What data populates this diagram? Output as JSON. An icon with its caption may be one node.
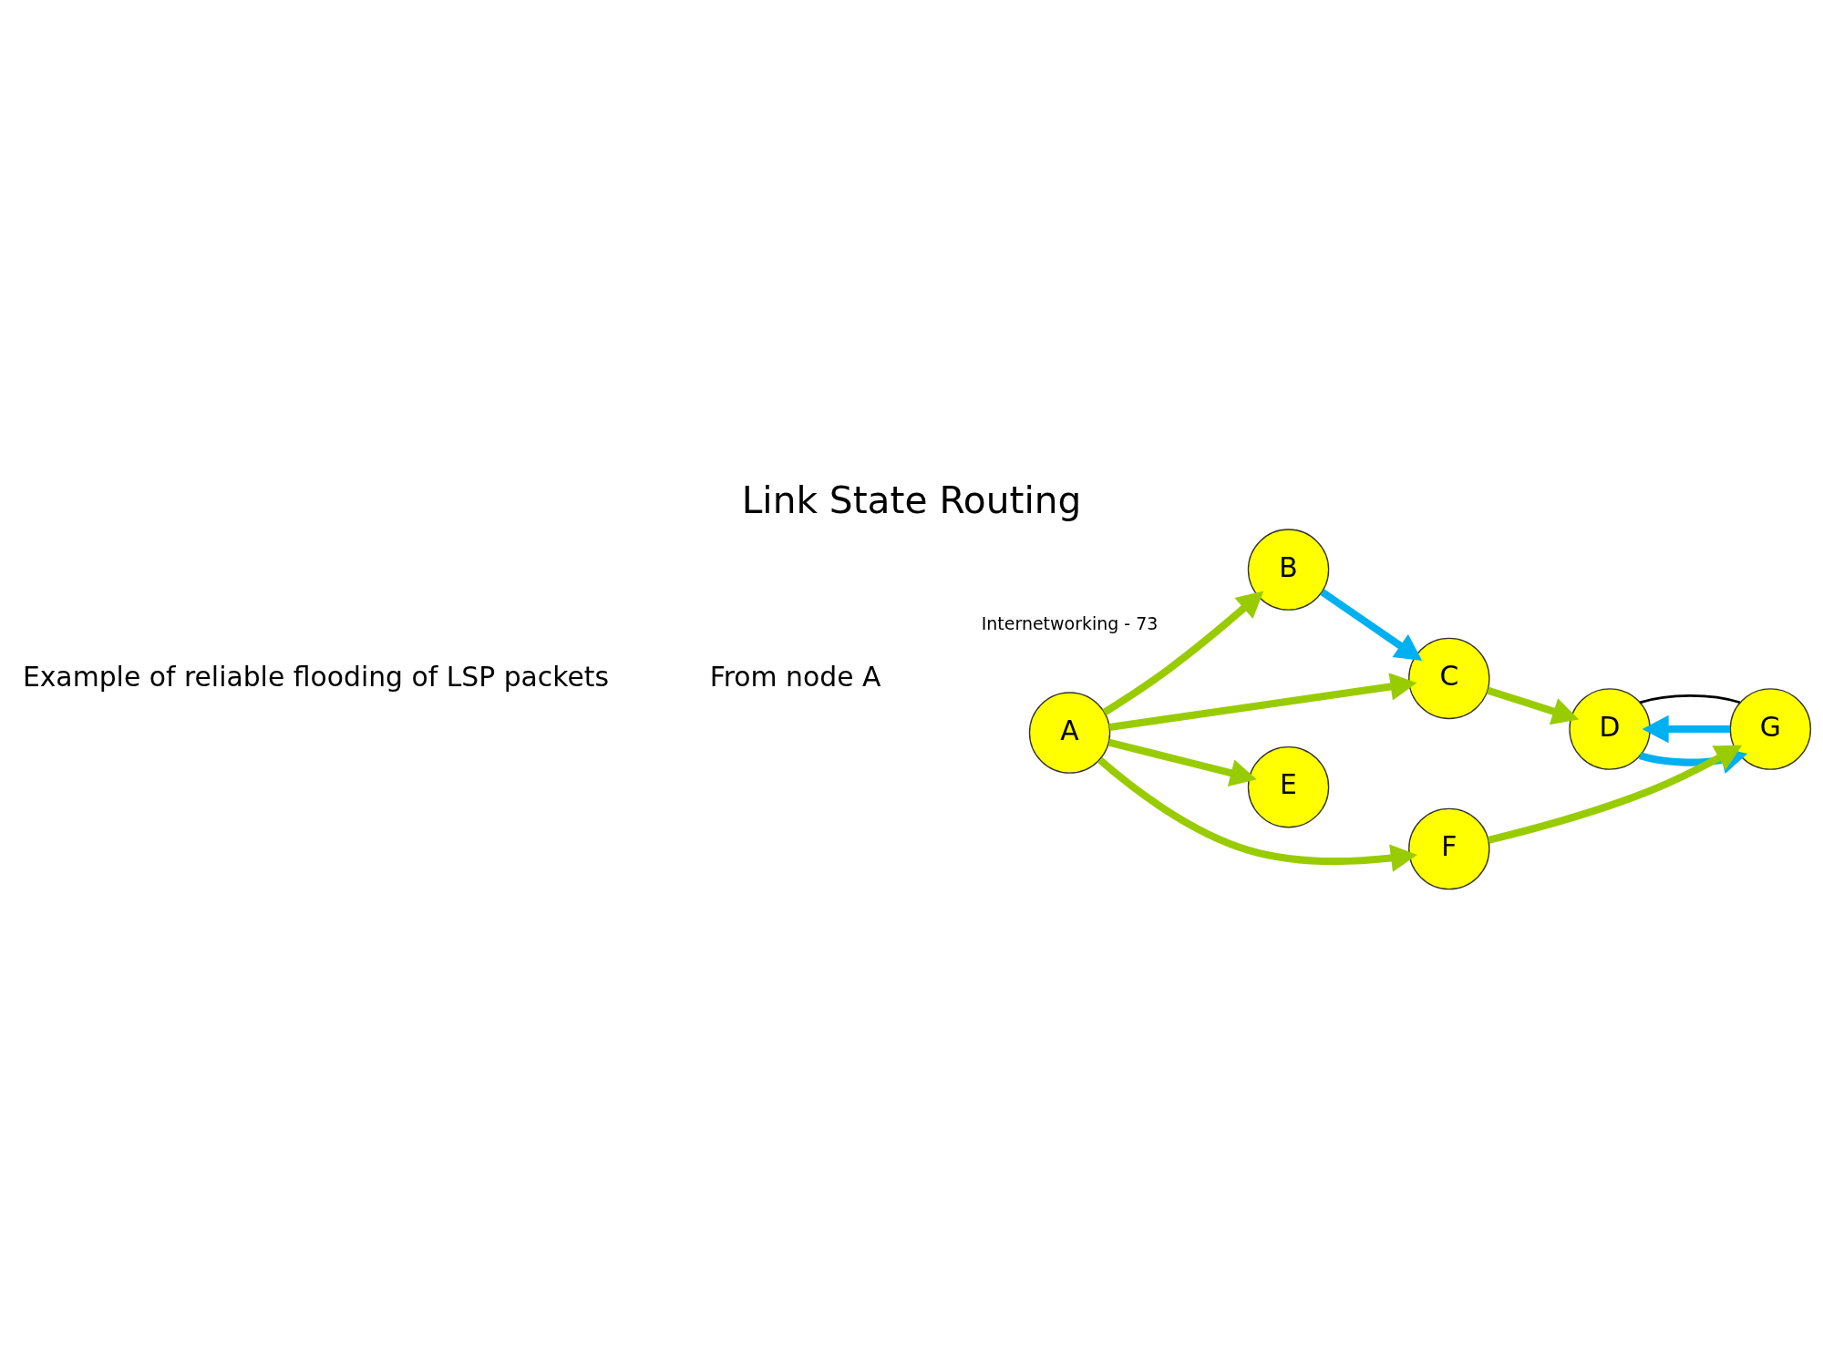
{
  "diagram": {
    "title": "Link State Routing",
    "nodes": [
      {
        "text": [
          "A"
        ]
      },
      {
        "text": [
          "B"
        ]
      },
      {
        "text": [
          "C"
        ]
      },
      {
        "text": [
          "D"
        ]
      },
      {
        "text": [
          "E"
        ]
      },
      {
        "text": [
          "F"
        ]
      },
      {
        "text": [
          "G"
        ]
      }
    ],
    "edges": [
      {
        "from": 0,
        "to": 1,
        "arrow": "to"
      },
      {
        "from": 0,
        "to": 2,
        "arrow": "to"
      },
      {
        "from": 0,
        "to": 4,
        "arrow": "to"
      },
      {
        "from": 0,
        "to": 5,
        "arrow": "to"
      },
      {
        "from": 1,
        "to": 2,
        "arrow": "to",
        "color": "#00b0f0"
      },
      {
        "from": 2,
        "to": 3,
        "arrow": "to"
      },
      {
        "from": 5,
        "to": 6,
        "arrow": "to"
      },
      {
        "from": 6,
        "to": 3,
        "arrow": "to",
        "color": "#00b0f0"
      },
      {
        "from": 3,
        "to": 6,
        "arrow": "to",
        "color": "#00b0f0"
      },
      {
        "from": 6,
        "to": 3,
        "arrow": "none",
        "color": "#000000"
      }
    ],
    "labels": [
      "Example of reliable flooding of LSP packets",
      "From node A",
      "Internetworking - 73"
    ]
  }
}
